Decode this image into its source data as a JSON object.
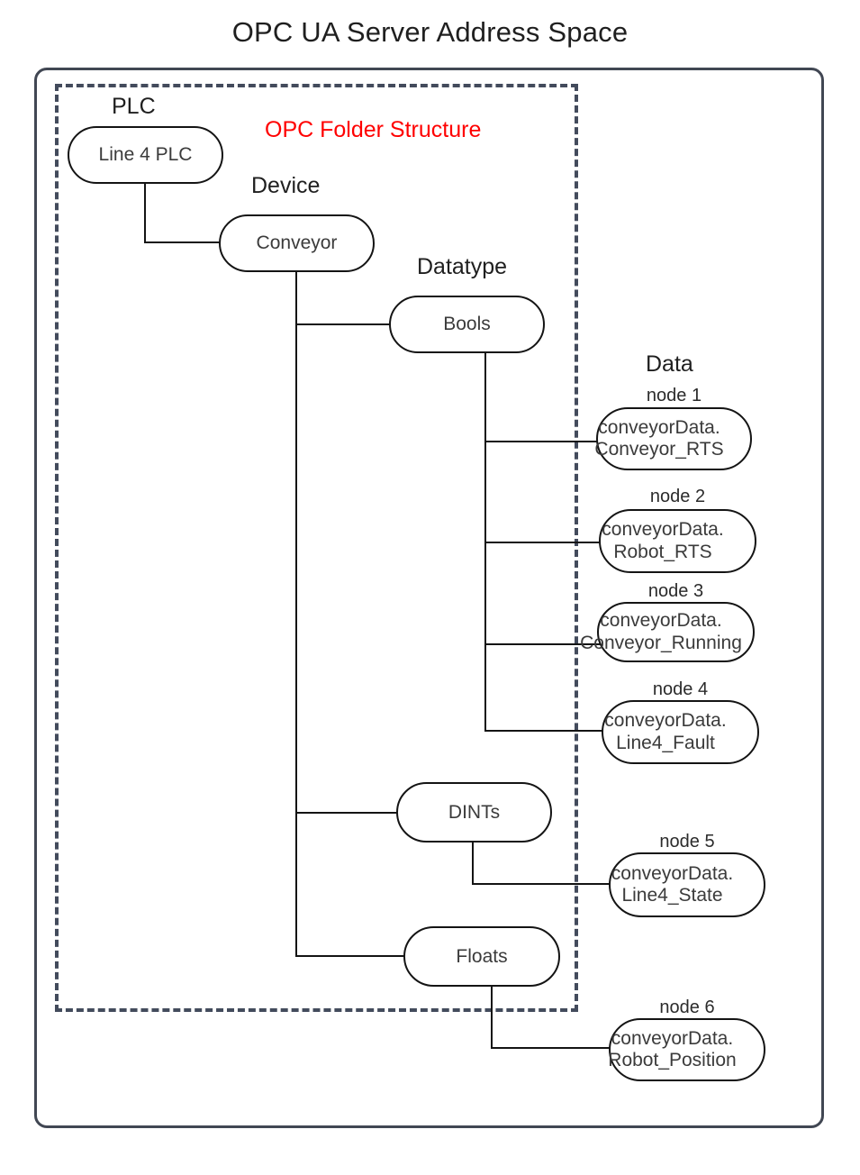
{
  "title": "OPC UA Server Address Space",
  "region": {
    "label": "OPC Folder Structure",
    "label_color": "#ff0000"
  },
  "groups": [
    {
      "key": "plc",
      "label": "PLC"
    },
    {
      "key": "device",
      "label": "Device"
    },
    {
      "key": "datatype",
      "label": "Datatype"
    },
    {
      "key": "data",
      "label": "Data"
    }
  ],
  "nodes": {
    "plc": {
      "label": "Line 4 PLC"
    },
    "device": {
      "label": "Conveyor"
    },
    "bools": {
      "label": "Bools"
    },
    "dints": {
      "label": "DINTs"
    },
    "floats": {
      "label": "Floats"
    }
  },
  "data_nodes": [
    {
      "caption": "node 1",
      "line1": "conveyorData.",
      "line2": "Conveyor_RTS"
    },
    {
      "caption": "node 2",
      "line1": "conveyorData.",
      "line2": "Robot_RTS"
    },
    {
      "caption": "node 3",
      "line1": "conveyorData.",
      "line2": "Conveyor_Running"
    },
    {
      "caption": "node 4",
      "line1": "conveyorData.",
      "line2": "Line4_Fault"
    },
    {
      "caption": "node 5",
      "line1": "conveyorData.",
      "line2": "Line4_State"
    },
    {
      "caption": "node 6",
      "line1": "conveyorData.",
      "line2": "Robot_Position"
    }
  ],
  "colors": {
    "frame": "#414753",
    "dashed": "#434b5c",
    "node_stroke": "#141414",
    "text": "#2b2b2b",
    "accent": "#ff0000"
  }
}
